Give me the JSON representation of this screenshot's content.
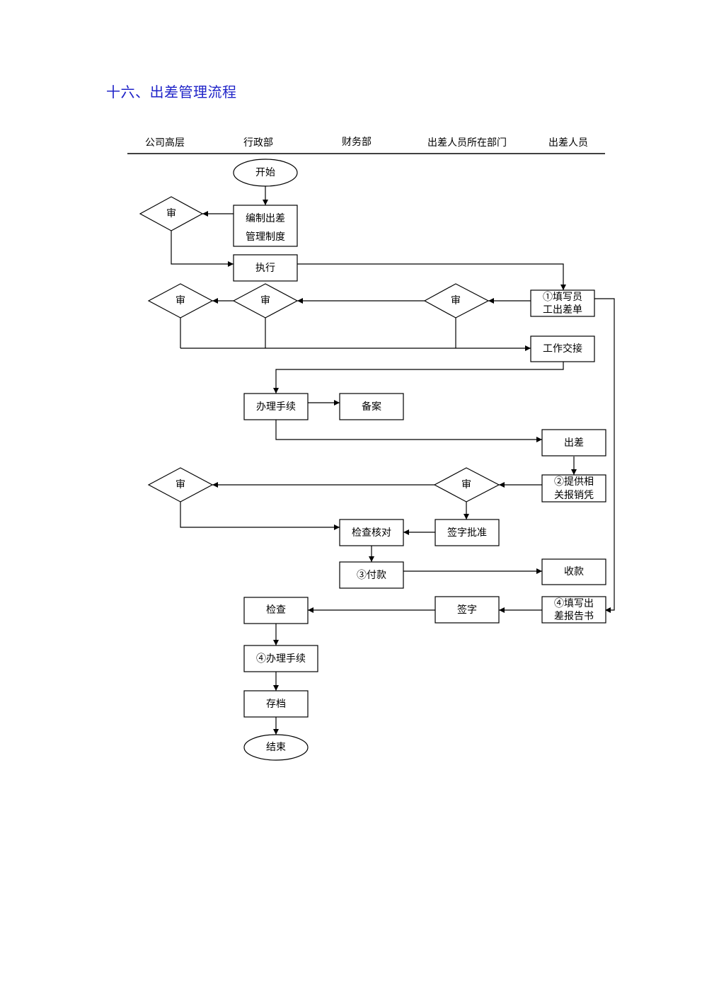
{
  "title": "十六、出差管理流程",
  "lanes": [
    "公司高层",
    "行政部",
    "财务部",
    "出差人员所在部门",
    "出差人员"
  ],
  "nodes": {
    "start": "开始",
    "draft_policy": [
      "编制出差",
      "管理制度"
    ],
    "approve_top_1": "审",
    "execute": "执行",
    "fill_form": [
      "①填写员",
      "工出差单"
    ],
    "approve_dept_1": "审",
    "approve_admin": "审",
    "approve_top_2": "审",
    "handover": "工作交接",
    "procedures": "办理手续",
    "file_record": "备案",
    "business_trip": "出差",
    "provide_vouchers": [
      "②提供相",
      "关报销凭"
    ],
    "approve_dept_2": "审",
    "approve_top_3": "审",
    "sign_approve": "签字批准",
    "verify": "检查核对",
    "pay": "③付款",
    "receive_payment": "收款",
    "fill_report": [
      "④填写出",
      "差报告书"
    ],
    "sign": "签字",
    "check": "检查",
    "procedures_4": "④办理手续",
    "archive": "存档",
    "end": "结束"
  }
}
